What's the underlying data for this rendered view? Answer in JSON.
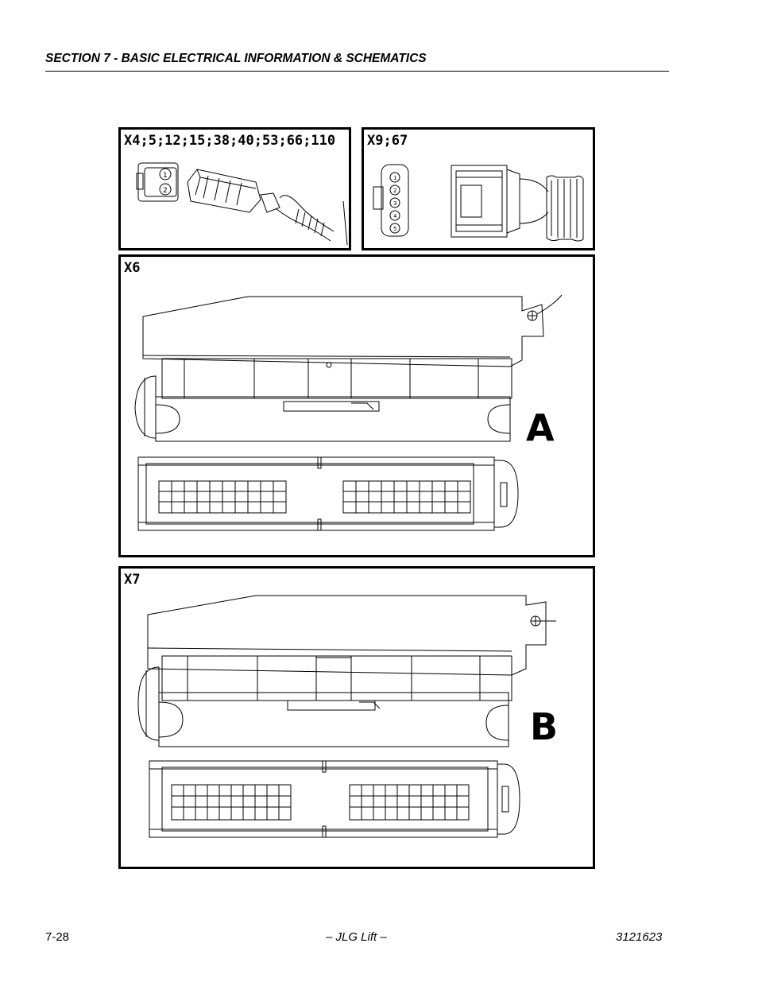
{
  "header": {
    "section_title": "SECTION 7 - BASIC ELECTRICAL INFORMATION & SCHEMATICS"
  },
  "panels": {
    "p1": {
      "label": "X4;5;12;15;38;40;53;66;110",
      "pins": [
        "1",
        "2"
      ]
    },
    "p2": {
      "label": "X9;67",
      "pins": [
        "1",
        "2",
        "3",
        "4",
        "5"
      ]
    },
    "x6": {
      "label": "X6",
      "letter": "A"
    },
    "x7": {
      "label": "X7",
      "letter": "B"
    }
  },
  "footer": {
    "page_number": "7-28",
    "center": "– JLG Lift –",
    "doc_number": "3121623"
  }
}
